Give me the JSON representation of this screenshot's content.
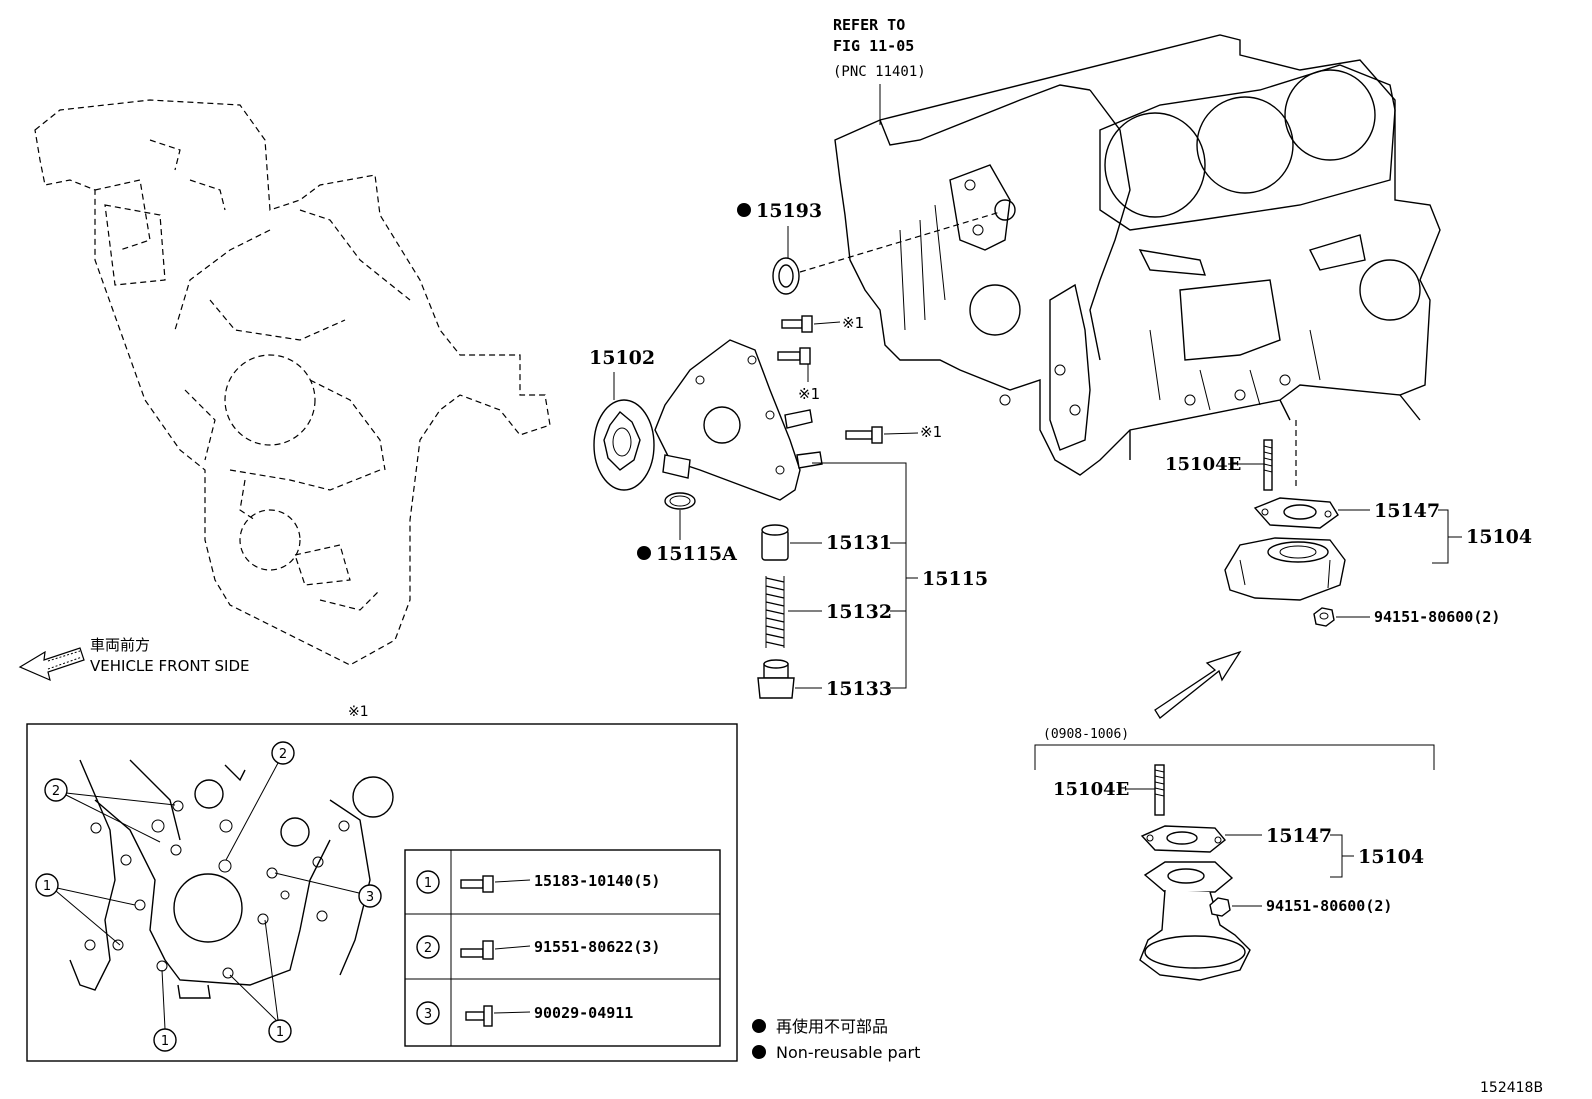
{
  "refer": {
    "line1": "REFER TO",
    "line2": "FIG 11-05",
    "line3": "(PNC 11401)"
  },
  "front_side": {
    "jp": "車両前方",
    "en": "VEHICLE FRONT SIDE"
  },
  "parts": {
    "p15193": "15193",
    "p15102": "15102",
    "p15115A": "15115A",
    "p15131": "15131",
    "p15132": "15132",
    "p15133": "15133",
    "p15115": "15115",
    "p15104E": "15104E",
    "p15147": "15147",
    "p15104": "15104",
    "p94151": "94151-80600(2)"
  },
  "mark": "※1",
  "variant": {
    "range": "(0908-1006)",
    "p15104E": "15104E",
    "p15147": "15147",
    "p15104": "15104",
    "p94151": "94151-80600(2)"
  },
  "inset": {
    "title": "※1",
    "rows": [
      {
        "num": "1",
        "part": "15183-10140(5)"
      },
      {
        "num": "2",
        "part": "91551-80622(3)"
      },
      {
        "num": "3",
        "part": "90029-04911"
      }
    ],
    "callouts": [
      "2",
      "2",
      "1",
      "3",
      "1",
      "1"
    ]
  },
  "legend": {
    "jp": "再使用不可部品",
    "en": "Non-reusable part"
  },
  "figure_id": "152418B"
}
